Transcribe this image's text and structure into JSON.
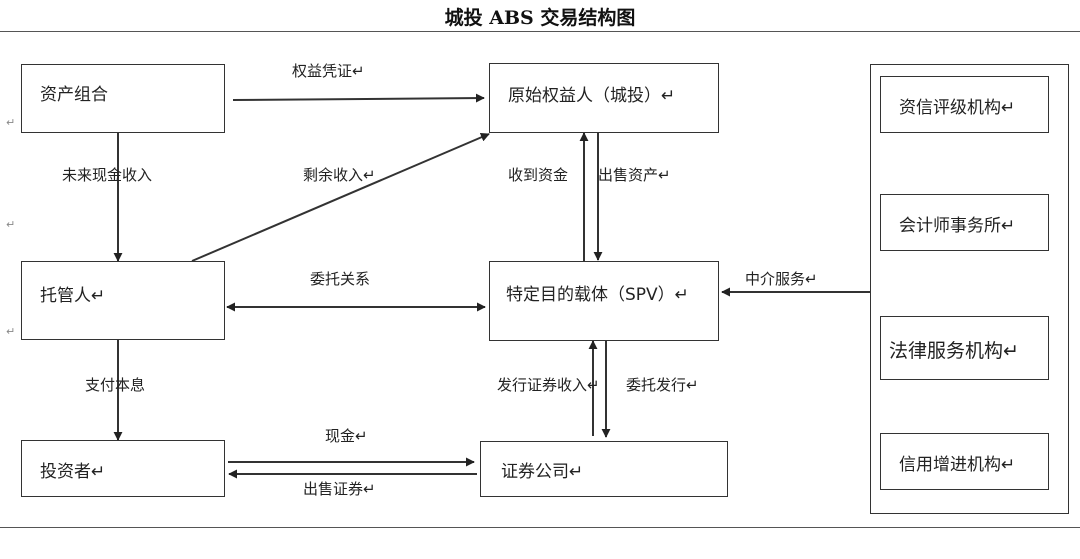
{
  "title": "城投 ABS 交易结构图",
  "nodes": {
    "asset_pool": "资产组合",
    "originator": "原始权益人（城投）↵",
    "custodian": "托管人↵",
    "spv": "特定目的载体（SPV）↵",
    "investor": "投资者↵",
    "securities_firm": "证券公司↵"
  },
  "intermediaries": {
    "items": [
      "资信评级机构↵",
      "会计师事务所↵",
      "法律服务机构↵",
      "信用增进机构↵"
    ]
  },
  "edges": {
    "equity_certificate": "权益凭证↵",
    "future_cash": "未来现金收入",
    "residual_income": "剩余收入↵",
    "receive_funds": "收到资金",
    "sell_assets": "出售资产↵",
    "trust_relation": "委托关系",
    "intermediary_service": "中介服务↵",
    "pay_principal": "支付本息",
    "issue_proceeds": "发行证券收入↵",
    "entrust_issue": "委托发行↵",
    "cash": "现金↵",
    "sell_securities": "出售证券↵"
  },
  "margin_marks": [
    "↵",
    "↵",
    "↵"
  ]
}
